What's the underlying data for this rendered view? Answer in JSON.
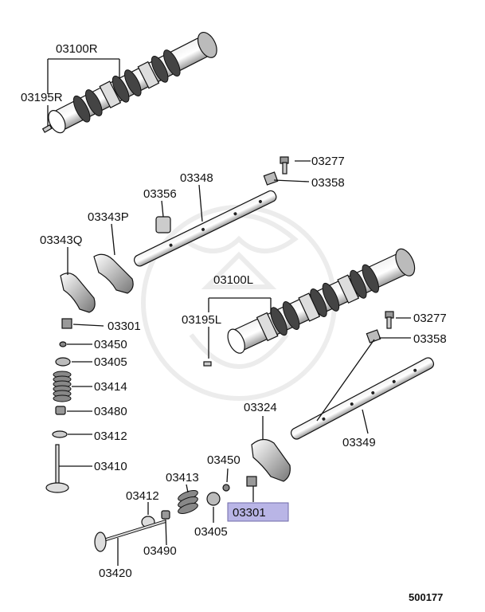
{
  "figure_number": "500177",
  "highlighted_part": "03301",
  "parts": {
    "cam_r": "03100R",
    "pin_r": "03195R",
    "bolt_top": "03277",
    "washer_top": "03358",
    "shaft_upper": "03348",
    "clip": "03356",
    "rocker_p": "03343P",
    "rocker_q": "03343Q",
    "adjuster_left": "03301",
    "seal_left": "03450",
    "retainer_left": "03405",
    "spring_left": "03414",
    "stem_seal": "03480",
    "seat_left": "03412",
    "valve_left": "03410",
    "cam_l": "03100L",
    "pin_l": "03195L",
    "bolt_lower": "03277",
    "washer_lower": "03358",
    "rocker_324": "03324",
    "shaft_lower": "03349",
    "seal_right": "03450",
    "spring_right": "03413",
    "seat_right": "03412",
    "retainer_right": "03405",
    "adjuster_right": "03301",
    "stem_seal_right": "03490",
    "valve_right": "03420"
  }
}
